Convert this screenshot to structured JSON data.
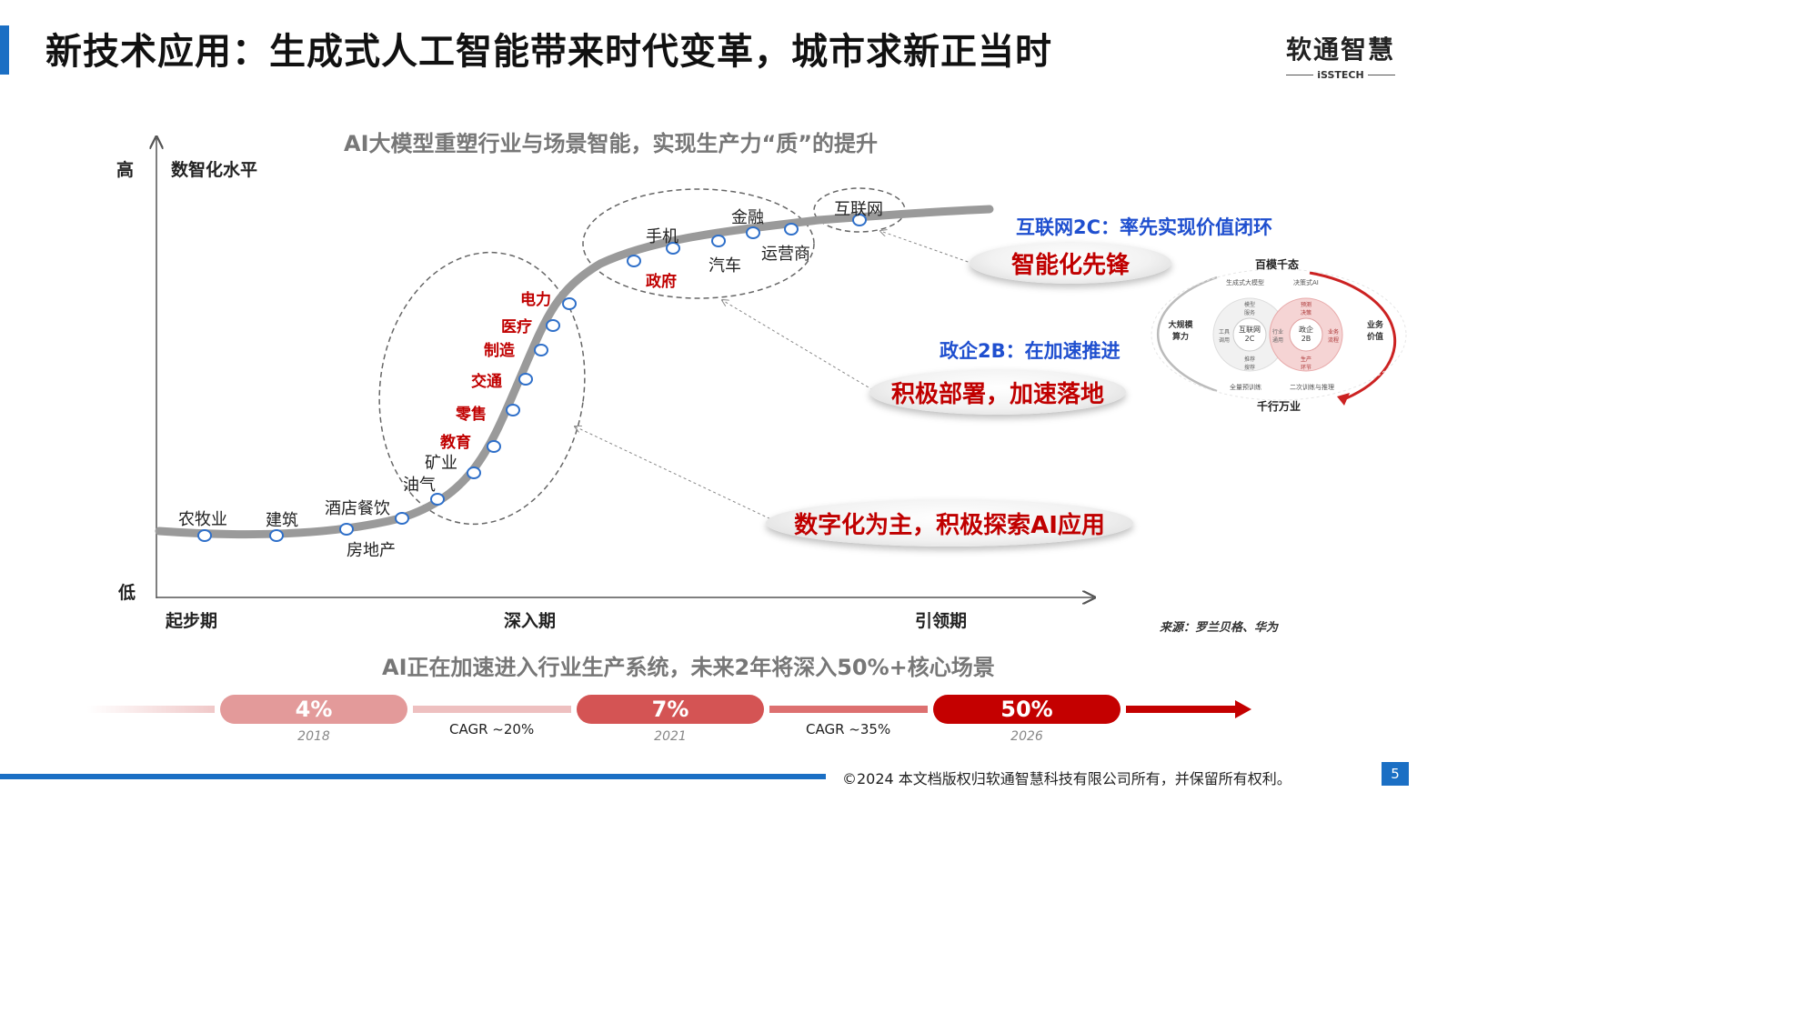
{
  "header": {
    "title": "新技术应用：生成式人工智能带来时代变革，城市求新正当时",
    "logo_cn": "软通智慧",
    "logo_en": "iSSTECH"
  },
  "chart": {
    "subtitle": "AI大模型重塑行业与场景智能，实现生产力“质”的提升",
    "y_high": "高",
    "y_low": "低",
    "y_axis_label": "数智化水平",
    "x_stages": [
      "起步期",
      "深入期",
      "引领期"
    ],
    "black_labels": [
      "农牧业",
      "建筑",
      "酒店餐饮",
      "房地产",
      "油气",
      "矿业",
      "手机",
      "汽车",
      "金融",
      "运营商",
      "互联网"
    ],
    "red_labels": [
      "教育",
      "零售",
      "交通",
      "制造",
      "医疗",
      "电力",
      "政府"
    ]
  },
  "callouts": {
    "internet_head": "互联网2C：率先实现价值闭环",
    "internet_pill": "智能化先锋",
    "gov_head": "政企2B：在加速推进",
    "gov_pill": "积极部署，加速落地",
    "digital_pill": "数字化为主，积极探索AI应用"
  },
  "cycle_diagram": {
    "top": "百模千态",
    "bottom": "千行万业",
    "left": "大规模\n算力",
    "right": "业务\n价值",
    "arc_top_left": "生成式大模型",
    "arc_top_right": "决策式AI",
    "arc_bottom_left": "全量预训练",
    "arc_bottom_right": "二次训练与推理",
    "circle_left_center": "互联网\n2C",
    "circle_right_center": "政企\n2B",
    "left_segments": [
      "模型\n服务",
      "工具\n调用",
      "推荐\n搜荐"
    ],
    "right_segments": [
      "预测\n决策",
      "业务\n流程",
      "生产\n环节"
    ],
    "middle": "行业\n通用"
  },
  "source": "来源：罗兰贝格、华为",
  "progress": {
    "title": "AI正在加速进入行业生产系统，未来2年将深入50%+核心场景",
    "stages": [
      {
        "value": "4%",
        "year": "2018",
        "color": "#e39a9a"
      },
      {
        "value": "7%",
        "year": "2021",
        "color": "#d45454"
      },
      {
        "value": "50%",
        "year": "2026",
        "color": "#c40000"
      }
    ],
    "cagr": [
      "CAGR ~20%",
      "CAGR ~35%"
    ]
  },
  "footer": {
    "copyright": "©2024 本文档版权归软通智慧科技有限公司所有，并保留所有权利。",
    "page": "5"
  }
}
